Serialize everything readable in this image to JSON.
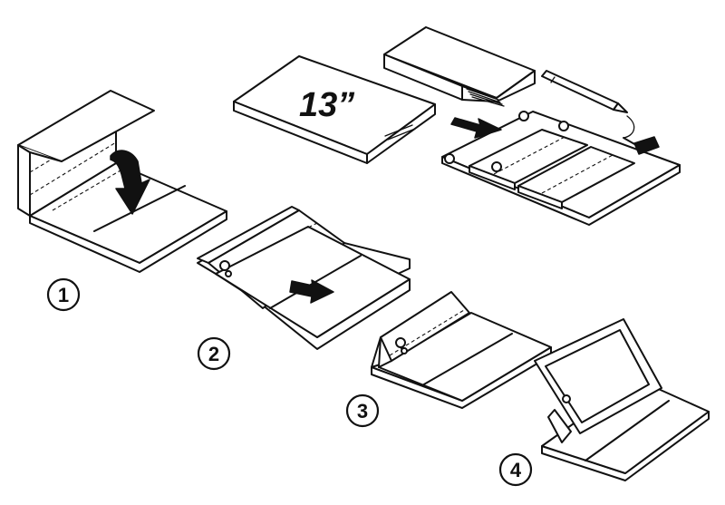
{
  "device_label": "13”",
  "steps": [
    "1",
    "2",
    "3",
    "4"
  ],
  "icons": {
    "arrow_down": "curved-arrow-down-icon",
    "arrow_right": "arrow-right-icon",
    "magnet": "magnet-icon"
  }
}
